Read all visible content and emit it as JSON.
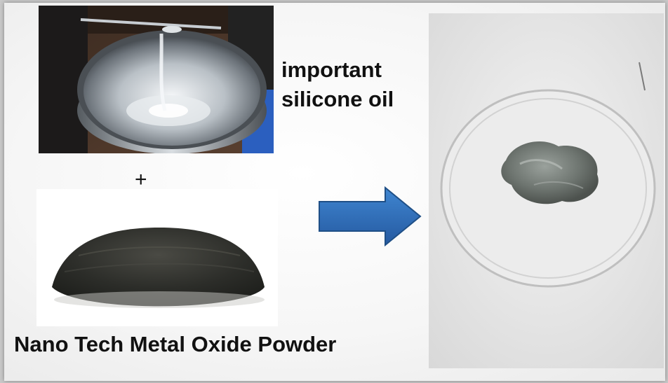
{
  "labels": {
    "oil_line_1": "important",
    "oil_line_2": "silicone oil",
    "plus": "+",
    "powder": "Nano Tech Metal Oxide Powder"
  },
  "icons": {
    "arrow": "right-arrow-icon"
  },
  "colors": {
    "arrow_fill": "#2e6db4",
    "arrow_stroke": "#1f4f86",
    "text": "#111111",
    "paste": "#6e7570",
    "powder": "#2c2d29"
  }
}
